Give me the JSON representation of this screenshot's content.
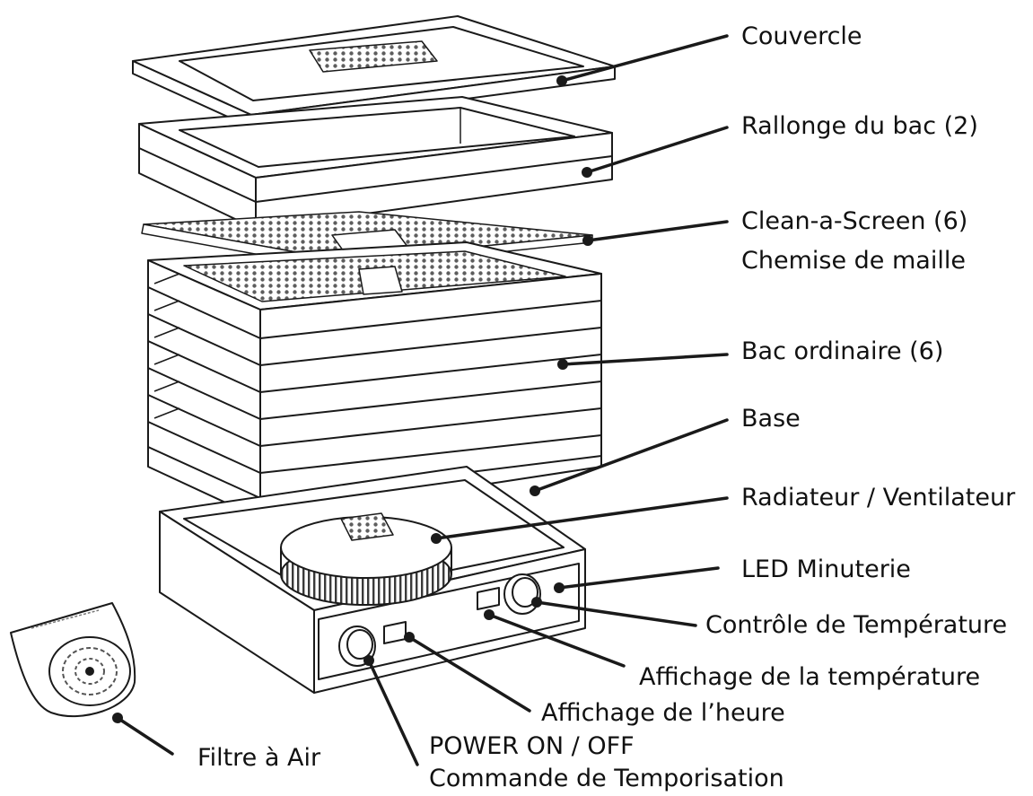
{
  "colors": {
    "ink": "#1a1a1a",
    "paper": "#ffffff",
    "mesh": "#6e6e6e"
  },
  "labels": {
    "couvercle": "Couvercle",
    "rallonge": "Rallonge du bac (2)",
    "clean_screen": "Clean-a-Screen (6)",
    "chemise": "Chemise de maille",
    "bac_ordinaire": "Bac ordinaire (6)",
    "base": "Base",
    "radiateur": "Radiateur  / Ventilateur",
    "led": "LED Minuterie",
    "controle_temp": "Contrôle de Température",
    "affichage_temp": "Affichage de la température",
    "affichage_heure": "Affichage de l’heure",
    "power": "POWER ON / OFF",
    "commande": "Commande de Temporisation",
    "filtre": "Filtre à Air"
  }
}
